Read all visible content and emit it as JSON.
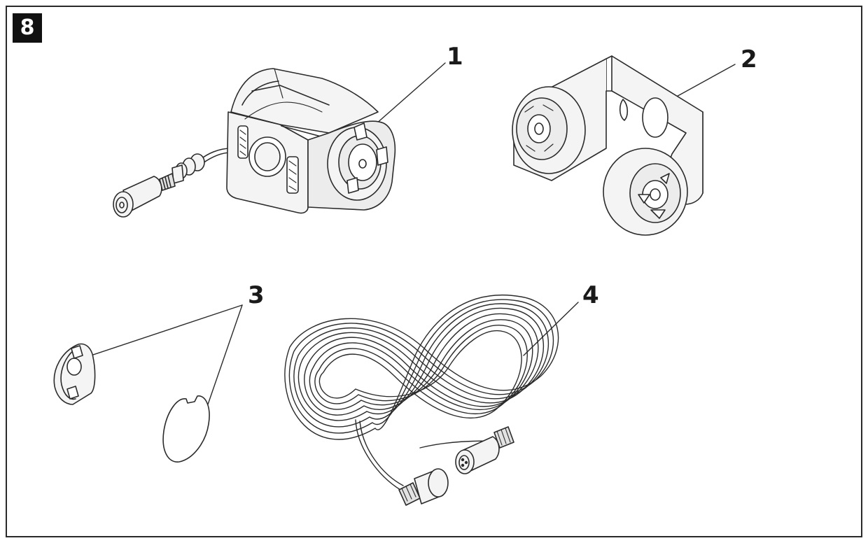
{
  "figure": {
    "badge": "8",
    "callouts": [
      "1",
      "2",
      "3",
      "4"
    ]
  },
  "colors": {
    "line": "#2b2b2b",
    "fill_light": "#f4f4f4",
    "fill_mid": "#e2e2e2",
    "badge_bg": "#111111"
  },
  "icons": [
    "camera-icon",
    "mounting-bracket-icon",
    "lens-cover-ring-icon",
    "lens-cover-disc-icon",
    "extension-cable-icon"
  ]
}
